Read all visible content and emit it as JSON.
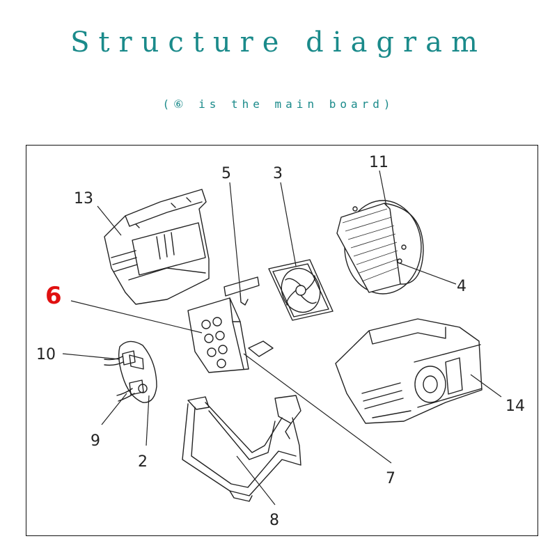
{
  "title": "Structure diagram",
  "subtitle": "(⑥ is the main board)",
  "parts": {
    "p2": "2",
    "p3": "3",
    "p4": "4",
    "p5": "5",
    "p6": "6",
    "p7": "7",
    "p8": "8",
    "p9": "9",
    "p10": "10",
    "p11": "11",
    "p13": "13",
    "p14": "14"
  },
  "colors": {
    "title": "#1a8a8a",
    "highlight_label": "#e01010"
  }
}
